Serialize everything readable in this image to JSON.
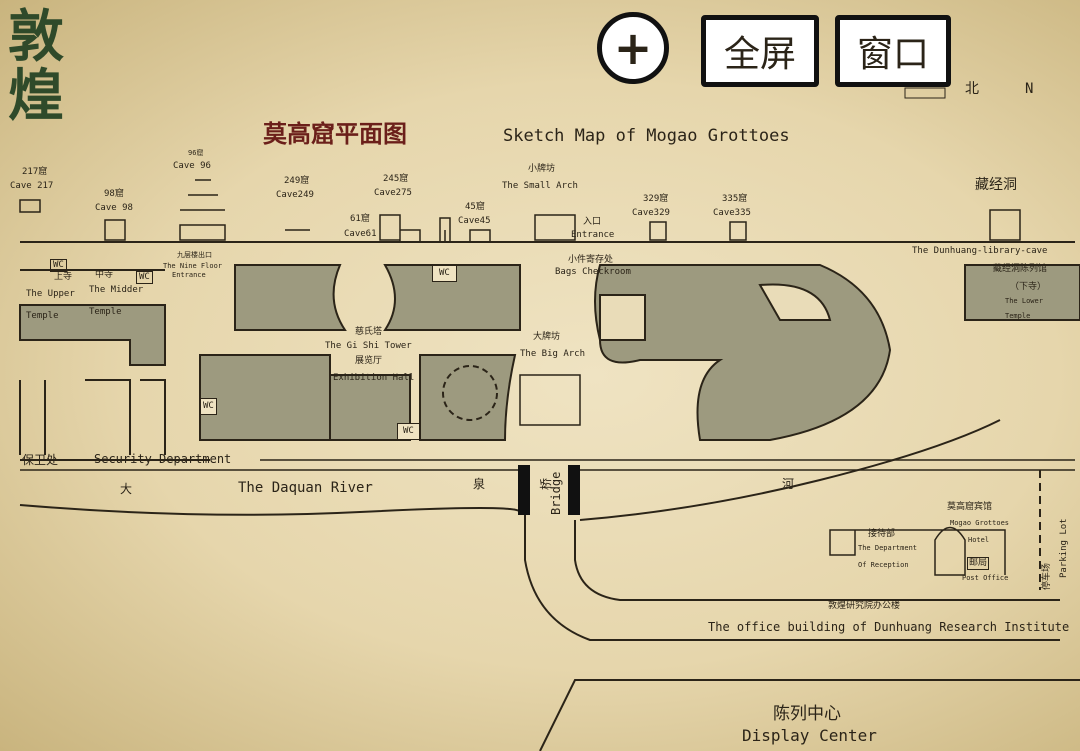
{
  "logo": "敦煌",
  "title_cn": "莫高窟平面图",
  "title_en": "Sketch Map of Mogao Grottoes",
  "controls": {
    "zoom_in": "+",
    "fullscreen": "全屏",
    "window": "窗口"
  },
  "north": {
    "cn": "北",
    "en": "N"
  },
  "caves": [
    {
      "cn": "217窟",
      "en": "Cave 217"
    },
    {
      "cn": "98窟",
      "en": "Cave 98"
    },
    {
      "cn": "96窟",
      "en": "Cave 96"
    },
    {
      "cn": "249窟",
      "en": "Cave249"
    },
    {
      "cn": "245窟",
      "en": "Cave275"
    },
    {
      "cn": "61窟",
      "en": "Cave61"
    },
    {
      "cn": "45窟",
      "en": "Cave45"
    },
    {
      "cn": "329窟",
      "en": "Cave329"
    },
    {
      "cn": "335窟",
      "en": "Cave335"
    }
  ],
  "places": {
    "nine_floor": {
      "cn": "九层楼出口",
      "en1": "The Nine Floor",
      "en2": "Entrance"
    },
    "small_arch": {
      "cn": "小牌坊",
      "en": "The Small Arch"
    },
    "entrance": {
      "cn": "入口",
      "en": "Entrance"
    },
    "library_cave": {
      "cn": "藏经洞",
      "en": "The Dunhuang-library-cave"
    },
    "library_hall": {
      "cn": "藏经洞陈列馆",
      "cn2": "（下寺）",
      "en1": "The Lower",
      "en2": "Temple"
    },
    "upper_temple": {
      "cn": "上寺",
      "en1": "The Upper",
      "en2": "Temple"
    },
    "middle_temple": {
      "cn": "中寺",
      "en1": "The Midder",
      "en2": "Temple"
    },
    "wc": "WC",
    "checkroom": {
      "cn": "小件寄存处",
      "en": "Bags Checkroom"
    },
    "tower": {
      "cn": "慈氏塔",
      "en": "The Gi Shi Tower"
    },
    "exhibition": {
      "cn": "展览厅",
      "en": "Exhibition Hall"
    },
    "big_arch": {
      "cn": "大牌坊",
      "en": "The Big Arch"
    },
    "security": {
      "cn": "保卫处",
      "en": "Security Department"
    },
    "river": {
      "c1": "大",
      "en": "The  Daquan River",
      "c2": "泉",
      "c3": "河"
    },
    "bridge": {
      "cn": "桥",
      "en": "Bridge"
    },
    "hotel": {
      "cn": "莫高窟宾馆",
      "en1": "Mogao Grottoes",
      "en2": "Hotel"
    },
    "reception": {
      "cn": "接待部",
      "en1": "The Department",
      "en2": "Of Reception"
    },
    "post": {
      "cn": "邮局",
      "en": "Post Office"
    },
    "parking": {
      "cn": "停车场",
      "en": "Parking Lot"
    },
    "office": {
      "cn": "敦煌研究院办公楼",
      "en": "The office building of Dunhuang Research Institute"
    },
    "display": {
      "cn": "陈列中心",
      "en": "Display Center"
    }
  },
  "colors": {
    "fill": "#9d9a7f",
    "ink": "#2b2418",
    "logo": "#2f4a2a"
  }
}
